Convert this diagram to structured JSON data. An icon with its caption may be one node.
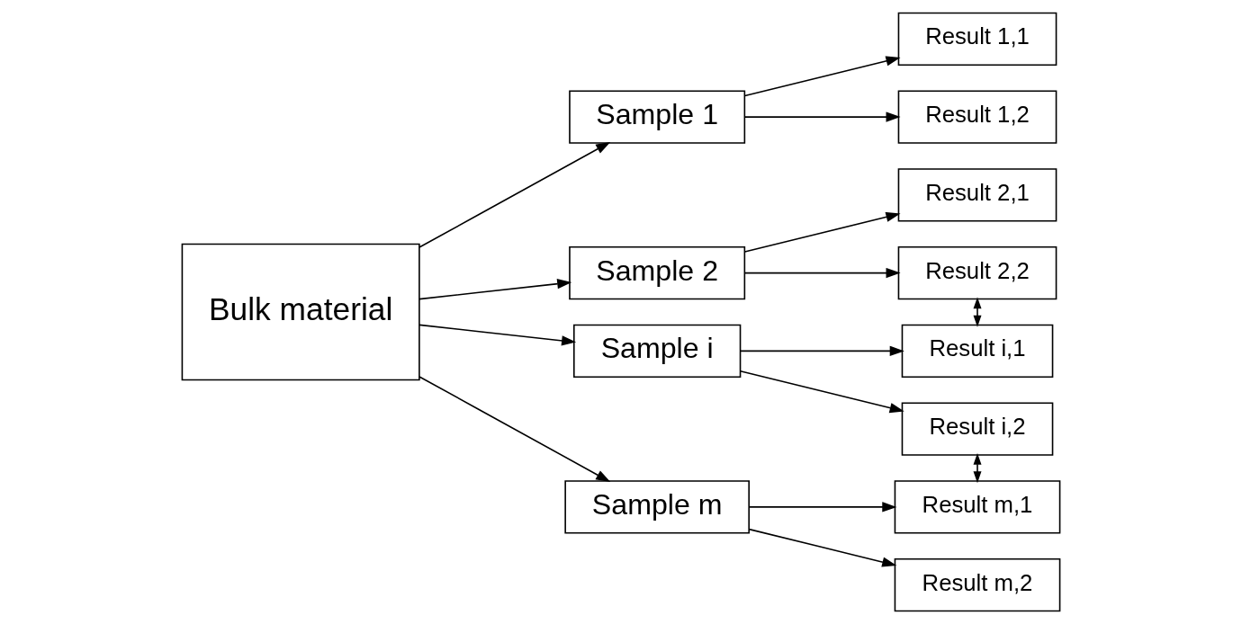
{
  "diagram": {
    "nodes": [
      {
        "text": [
          "Bulk material"
        ]
      },
      {
        "text": [
          "Sample 1"
        ]
      },
      {
        "text": [
          "Sample 2"
        ]
      },
      {
        "text": [
          "Sample i"
        ]
      },
      {
        "text": [
          "Sample m"
        ]
      },
      {
        "text": [
          "Result 1,1"
        ]
      },
      {
        "text": [
          "Result 1,2"
        ]
      },
      {
        "text": [
          "Result 2,1"
        ]
      },
      {
        "text": [
          "Result 2,2"
        ]
      },
      {
        "text": [
          "Result i,1"
        ]
      },
      {
        "text": [
          "Result i,2"
        ]
      },
      {
        "text": [
          "Result m,1"
        ]
      },
      {
        "text": [
          "Result m,2"
        ]
      }
    ],
    "edges": [
      {
        "from": 0,
        "to": 1,
        "arrow": "to"
      },
      {
        "from": 0,
        "to": 2,
        "arrow": "to"
      },
      {
        "from": 0,
        "to": 3,
        "arrow": "to"
      },
      {
        "from": 0,
        "to": 4,
        "arrow": "to"
      },
      {
        "from": 1,
        "to": 5,
        "arrow": "to"
      },
      {
        "from": 1,
        "to": 6,
        "arrow": "to"
      },
      {
        "from": 2,
        "to": 7,
        "arrow": "to"
      },
      {
        "from": 2,
        "to": 8,
        "arrow": "to"
      },
      {
        "from": 3,
        "to": 9,
        "arrow": "to"
      },
      {
        "from": 3,
        "to": 10,
        "arrow": "to"
      },
      {
        "from": 4,
        "to": 11,
        "arrow": "to"
      },
      {
        "from": 4,
        "to": 12,
        "arrow": "to"
      },
      {
        "from": 8,
        "to": 9,
        "arrow": "both"
      },
      {
        "from": 10,
        "to": 11,
        "arrow": "both"
      }
    ]
  }
}
